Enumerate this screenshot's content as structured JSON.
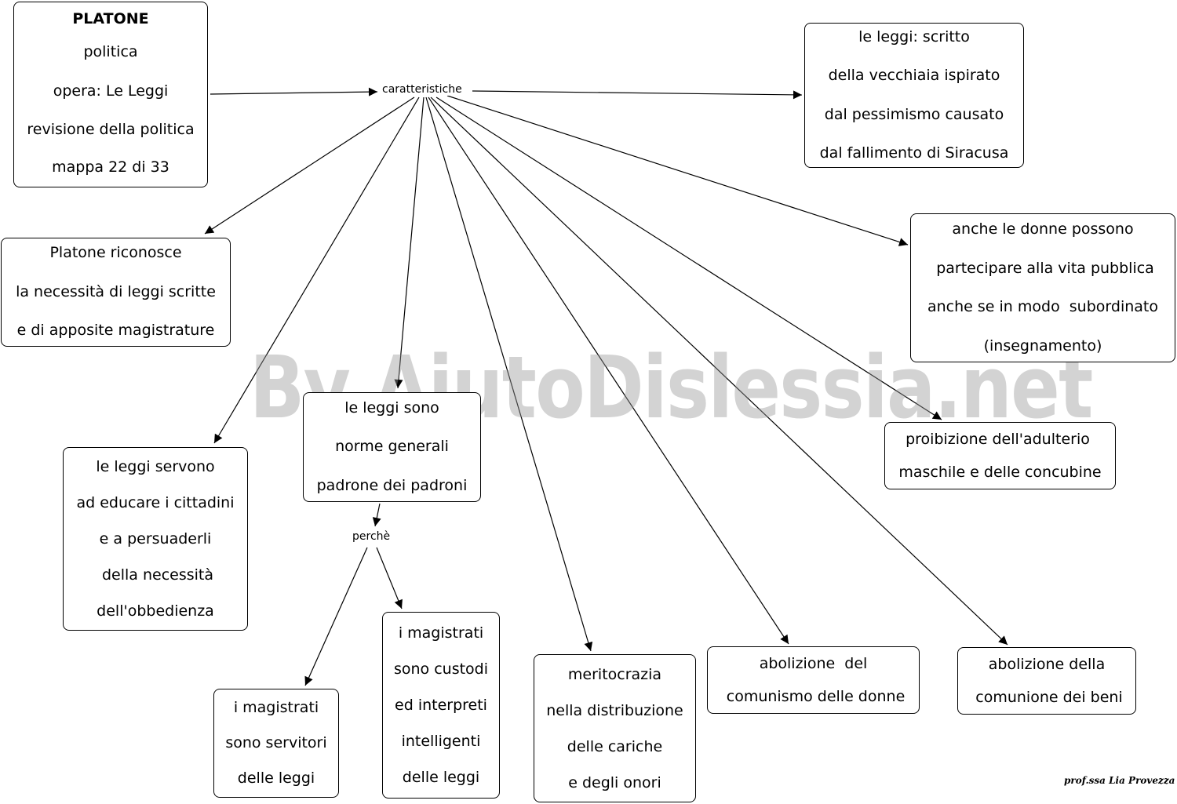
{
  "watermark": "By AiutoDislessia.net",
  "signature": "prof.ssa Lia Provezza",
  "link_labels": {
    "caratteristiche": "caratteristiche",
    "perche": "perchè"
  },
  "nodes": {
    "platone": {
      "lines": [
        "PLATONE",
        "politica",
        "opera: Le Leggi",
        "revisione della politica",
        "mappa 22 di 33"
      ]
    },
    "scritto": {
      "lines": [
        "le leggi: scritto",
        "della vecchiaia ispirato",
        "dal pessimismo causato",
        "dal fallimento di Siracusa"
      ]
    },
    "riconosce": {
      "lines": [
        "Platone riconosce",
        "la necessità di leggi scritte",
        "e di apposite magistrature"
      ]
    },
    "donne": {
      "lines": [
        "anche le donne possono",
        " partecipare alla vita pubblica",
        "anche se in modo  subordinato",
        "(insegnamento)"
      ]
    },
    "sono": {
      "lines": [
        "le leggi sono",
        "norme generali",
        "padrone dei padroni"
      ]
    },
    "adulterio": {
      "lines": [
        "proibizione dell'adulterio ",
        "maschile e delle concubine"
      ]
    },
    "servono": {
      "lines": [
        "le leggi servono",
        "ad educare i cittadini",
        "e a persuaderli",
        " della necessità",
        "dell'obbedienza"
      ]
    },
    "custodi": {
      "lines": [
        "i magistrati",
        "sono custodi",
        "ed interpreti",
        "intelligenti",
        "delle leggi"
      ]
    },
    "meritocrazia": {
      "lines": [
        "meritocrazia",
        "nella distribuzione",
        "delle cariche",
        "e degli onori"
      ]
    },
    "comunismo": {
      "lines": [
        "abolizione  del",
        " comunismo delle donne"
      ]
    },
    "comunione": {
      "lines": [
        "abolizione della",
        " comunione dei beni"
      ]
    },
    "servitori": {
      "lines": [
        "i magistrati",
        "sono servitori",
        "delle leggi"
      ]
    }
  }
}
